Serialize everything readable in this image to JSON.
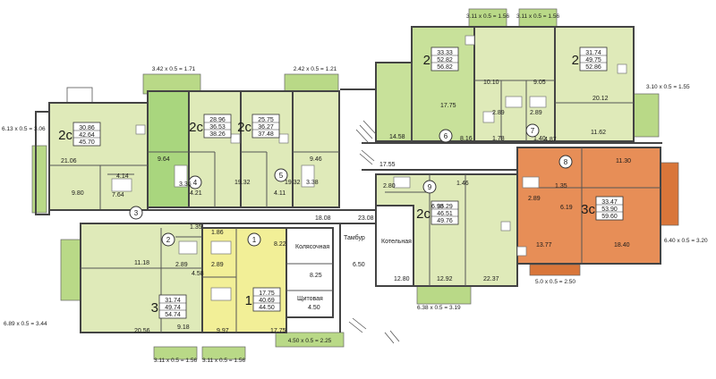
{
  "colors": {
    "light_green": "#dfeab9",
    "mid_green": "#c8e19a",
    "bright_green": "#a9d67e",
    "yellow": "#f2ef97",
    "orange": "#e78e57",
    "orange_dark": "#d9763a",
    "wall": "#4a4a4a",
    "balcony": "#b9d987"
  },
  "labels": {
    "kolyas": "Колясочная",
    "tambur": "Тамбур",
    "kotel": "Котельная",
    "schit": "Щитовая"
  },
  "apartments": [
    {
      "num": "1",
      "rooms": "1",
      "areas": [
        "17.75",
        "40.69",
        "44.50"
      ]
    },
    {
      "num": "2",
      "rooms": "3",
      "areas": [
        "31.74",
        "49.74",
        "54.74"
      ]
    },
    {
      "num": "3",
      "rooms": "2c",
      "areas": [
        "30.86",
        "42.64",
        "45.70"
      ]
    },
    {
      "num": "4",
      "rooms": "2c",
      "areas": [
        "28.96",
        "36.53",
        "38.26"
      ]
    },
    {
      "num": "5",
      "rooms": "2c",
      "areas": [
        "25.75",
        "36.27",
        "37.48"
      ]
    },
    {
      "num": "6",
      "rooms": "2",
      "areas": [
        "33.33",
        "52.82",
        "56.82"
      ]
    },
    {
      "num": "7",
      "rooms": "2",
      "areas": [
        "31.74",
        "49.75",
        "52.86"
      ]
    },
    {
      "num": "8",
      "rooms": "3c",
      "areas": [
        "33.47",
        "53.90",
        "59.60"
      ]
    },
    {
      "num": "9",
      "rooms": "2c",
      "areas": [
        "35.29",
        "46.51",
        "49.76"
      ]
    }
  ],
  "balconies": [
    "3.42 x 0.5 = 1.71",
    "2.42 x 0.5 = 1.21",
    "3.11 x 0.5 = 1.56",
    "3.11 x 0.5 = 1.56",
    "3.10 x 0.5 = 1.55",
    "6.13 x 0.5 = 3.06",
    "6.40 x 0.5 = 3.20",
    "6.89 x 0.5 = 3.44",
    "5.0 x 0.5 = 2.50",
    "6.38 x 0.5 = 3.19",
    "4.50 x 0.5 = 2.25",
    "3.11 x 0.5 = 1.56",
    "3.11 x 0.5 = 1.56"
  ],
  "room_areas": [
    "21.06",
    "4.14",
    "9.80",
    "7.64",
    "9.64",
    "3.36",
    "4.21",
    "19.32",
    "19.32",
    "4.11",
    "3.38",
    "9.46",
    "18.08",
    "23.08",
    "14.58",
    "17.75",
    "8.16",
    "10.10",
    "2.89",
    "1.78",
    "9.05",
    "2.89",
    "1.40",
    "4.87",
    "20.12",
    "11.62",
    "17.55",
    "2.80",
    "1.46",
    "6.98",
    "2.89",
    "1.35",
    "6.19",
    "11.30",
    "13.77",
    "18.40",
    "12.92",
    "22.37",
    "12.80",
    "6.50",
    "8.25",
    "4.50",
    "11.18",
    "2.89",
    "9.18",
    "20.56",
    "1.35",
    "4.58",
    "1.86",
    "2.89",
    "8.22",
    "9.97",
    "17.75"
  ]
}
